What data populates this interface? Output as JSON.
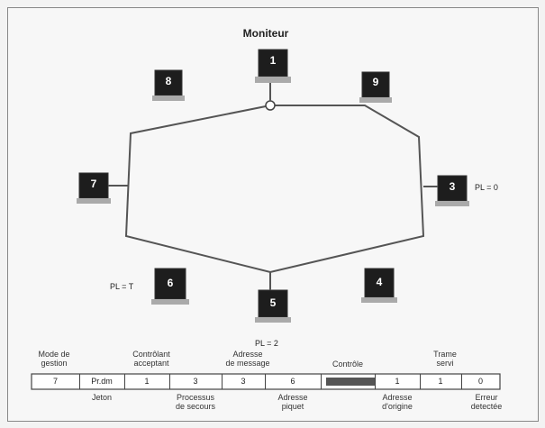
{
  "title": "Moniteur",
  "stations": [
    {
      "id": "1",
      "label": "1"
    },
    {
      "id": "9",
      "label": "9"
    },
    {
      "id": "3",
      "label": "3"
    },
    {
      "id": "4",
      "label": "4"
    },
    {
      "id": "5",
      "label": "5"
    },
    {
      "id": "6",
      "label": "6"
    },
    {
      "id": "7",
      "label": "7"
    },
    {
      "id": "8",
      "label": "8"
    }
  ],
  "pl_labels": {
    "s3": "PL = 0",
    "s6": "PL = T",
    "s5": "PL = 2"
  },
  "frame": {
    "cells": [
      "7",
      "Pr.dm",
      "1",
      "3",
      "3",
      "6",
      "",
      "1",
      "1",
      "0"
    ],
    "top_labels": [
      "Mode de\ngestion",
      "Contrôlant\nacceptant",
      "Adresse\nde message",
      "Contrôle",
      "Trame\nservi"
    ],
    "bottom_labels": [
      "Jeton",
      "Processus\nde secours",
      "Adresse\npiquet",
      "Adresse\nd'origine",
      "Erreur\ndetectée"
    ]
  }
}
